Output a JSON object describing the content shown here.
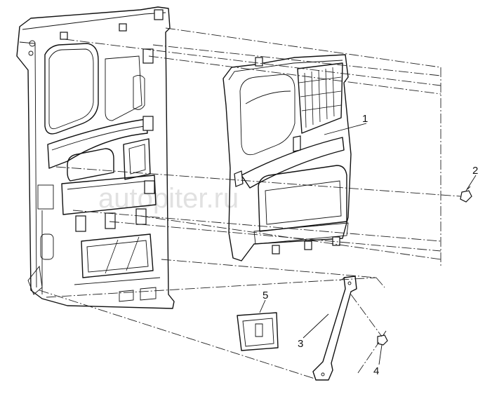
{
  "watermark": "autopiter.ru",
  "callouts": [
    {
      "id": "1",
      "label": "1"
    },
    {
      "id": "2",
      "label": "2"
    },
    {
      "id": "3",
      "label": "3"
    },
    {
      "id": "4",
      "label": "4"
    },
    {
      "id": "5",
      "label": "5"
    }
  ]
}
